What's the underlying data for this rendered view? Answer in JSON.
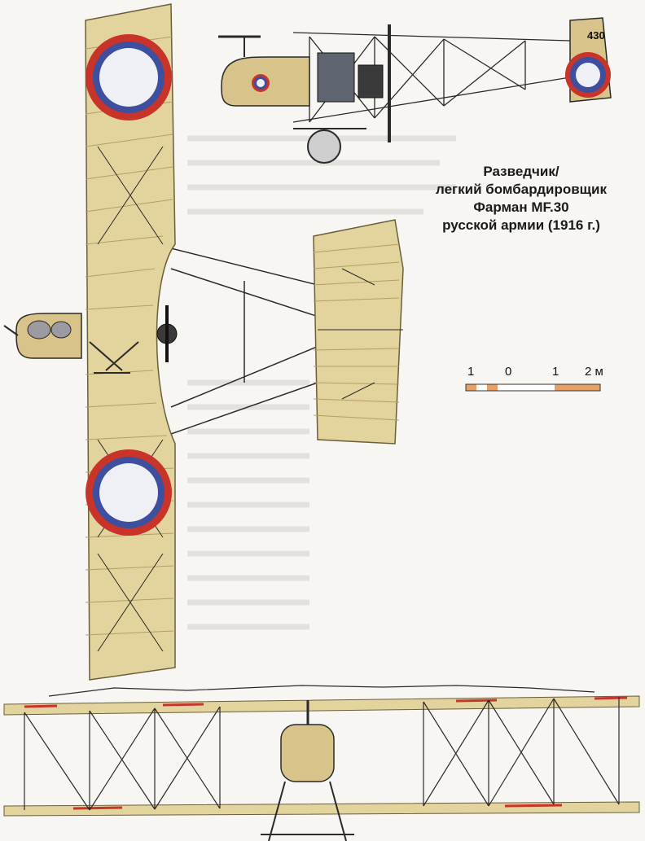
{
  "caption": {
    "line1": "Разведчик/",
    "line2": "легкий бомбардировщик",
    "line3": "Фарман MF.30",
    "line4": "русской армии (1916 г.)"
  },
  "scale_bar": {
    "labels": [
      "1",
      "0",
      "1",
      "2 м"
    ]
  },
  "aircraft_marking": {
    "tail_number": "430"
  },
  "colors": {
    "wing_fabric": "#e3d39c",
    "roundel_outer": "#c8342a",
    "roundel_ring": "#3d4f9e",
    "roundel_center": "#eef0f5",
    "structure": "#2a2a2a",
    "scale_orange": "#e8a064"
  }
}
